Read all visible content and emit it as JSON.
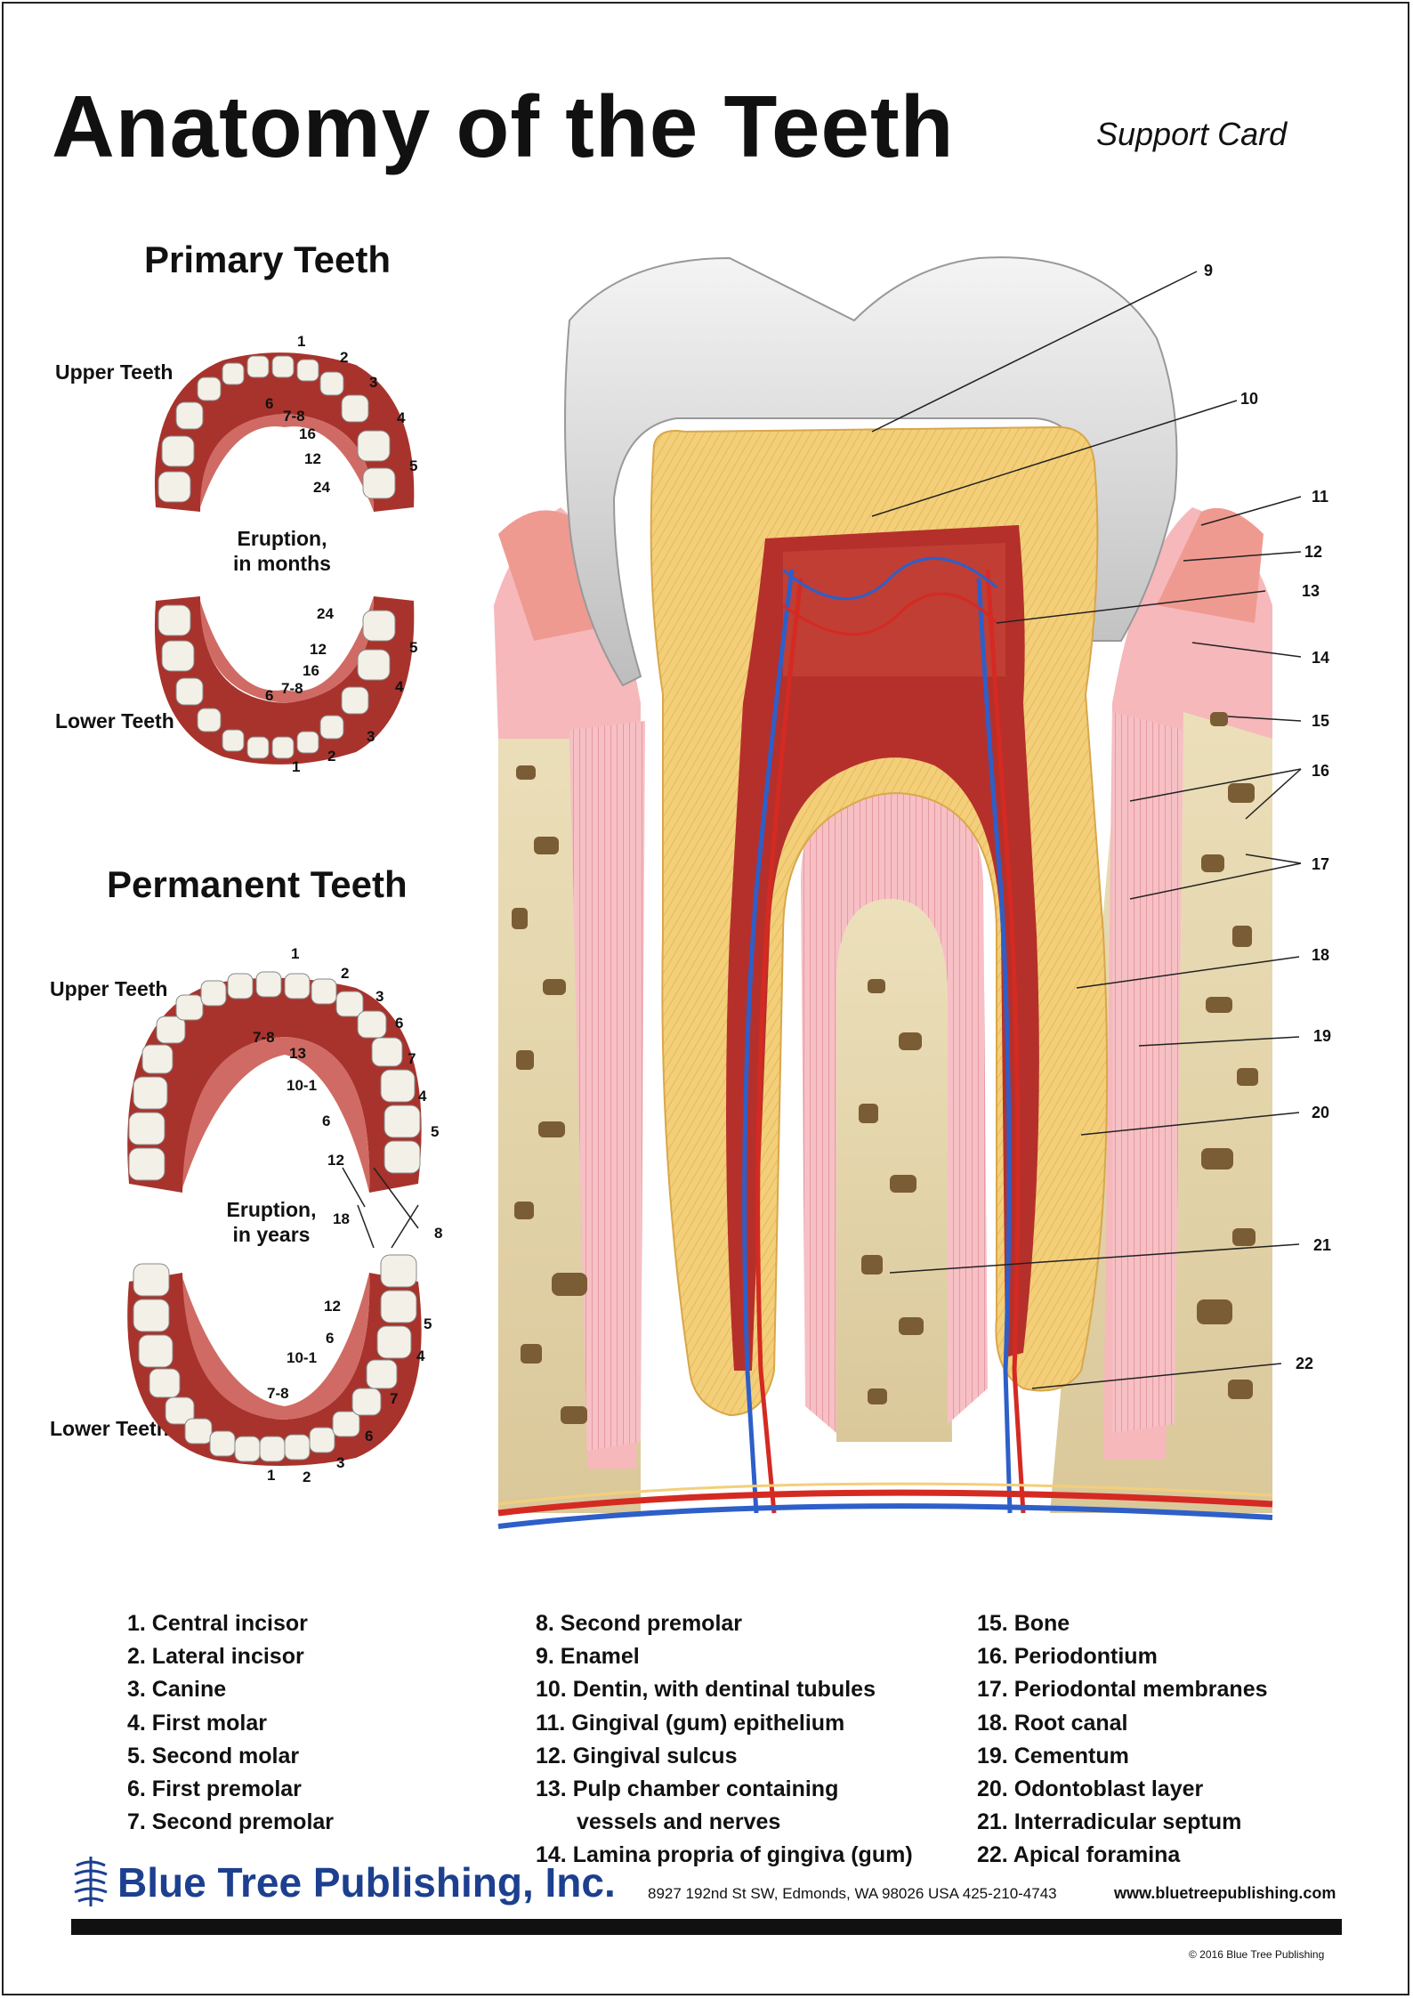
{
  "header": {
    "title": "Anatomy of the Teeth",
    "subtitle": "Support Card"
  },
  "primary": {
    "heading": "Primary Teeth",
    "upper_label": "Upper Teeth",
    "lower_label": "Lower Teeth",
    "eruption_line1": "Eruption,",
    "eruption_line2": "in months",
    "upper_numbers": [
      "1",
      "2",
      "3",
      "4",
      "5"
    ],
    "upper_ages": [
      "6",
      "7-8",
      "16",
      "12",
      "24"
    ],
    "lower_numbers": [
      "5",
      "4",
      "3",
      "2",
      "1"
    ],
    "lower_ages": [
      "24",
      "12",
      "16",
      "7-8",
      "6"
    ]
  },
  "permanent": {
    "heading": "Permanent Teeth",
    "upper_label": "Upper Teeth",
    "lower_label": "Lower Teeth",
    "eruption_line1": "Eruption,",
    "eruption_line2": "in years",
    "upper_numbers": [
      "1",
      "2",
      "3",
      "6",
      "7",
      "4",
      "5"
    ],
    "upper_ages": [
      "7-8",
      "13",
      "10-1",
      "6",
      "12"
    ],
    "middle_numbers": [
      "18",
      "8"
    ],
    "lower_numbers": [
      "5",
      "4",
      "7",
      "6",
      "3",
      "2",
      "1"
    ],
    "lower_ages": [
      "12",
      "6",
      "10-1",
      "7-8"
    ]
  },
  "diagram_callouts": [
    "9",
    "10",
    "11",
    "12",
    "13",
    "14",
    "15",
    "16",
    "17",
    "18",
    "19",
    "20",
    "21",
    "22"
  ],
  "legend": {
    "col1": [
      "1. Central incisor",
      "2. Lateral incisor",
      "3. Canine",
      "4. First molar",
      "5. Second molar",
      "6. First premolar",
      "7. Second premolar"
    ],
    "col2": [
      "8. Second premolar",
      "9. Enamel",
      "10. Dentin, with dentinal tubules",
      "11. Gingival (gum) epithelium",
      "12. Gingival sulcus",
      "13. Pulp chamber containing",
      "vessels and nerves",
      "14. Lamina propria of gingiva (gum)"
    ],
    "col3": [
      "15. Bone",
      "16. Periodontium",
      "17. Periodontal membranes",
      "18. Root canal",
      "19. Cementum",
      "20. Odontoblast layer",
      "21. Interradicular septum",
      "22. Apical foramina"
    ]
  },
  "footer": {
    "publisher": "Blue Tree Publishing, Inc.",
    "address": "8927 192nd St SW, Edmonds, WA 98026 USA 425-210-4743",
    "website": "www.bluetreepublishing.com",
    "copyright": "© 2016 Blue Tree Publishing"
  },
  "colors": {
    "enamel": "#d9d9d9",
    "dentin": "#f3cf7a",
    "pulp": "#b5302b",
    "gum": "#f2a6a8",
    "bone": "#e6d6ad",
    "artery": "#d42a22",
    "vein": "#2e5fc9",
    "publisher": "#1d3f8f"
  }
}
